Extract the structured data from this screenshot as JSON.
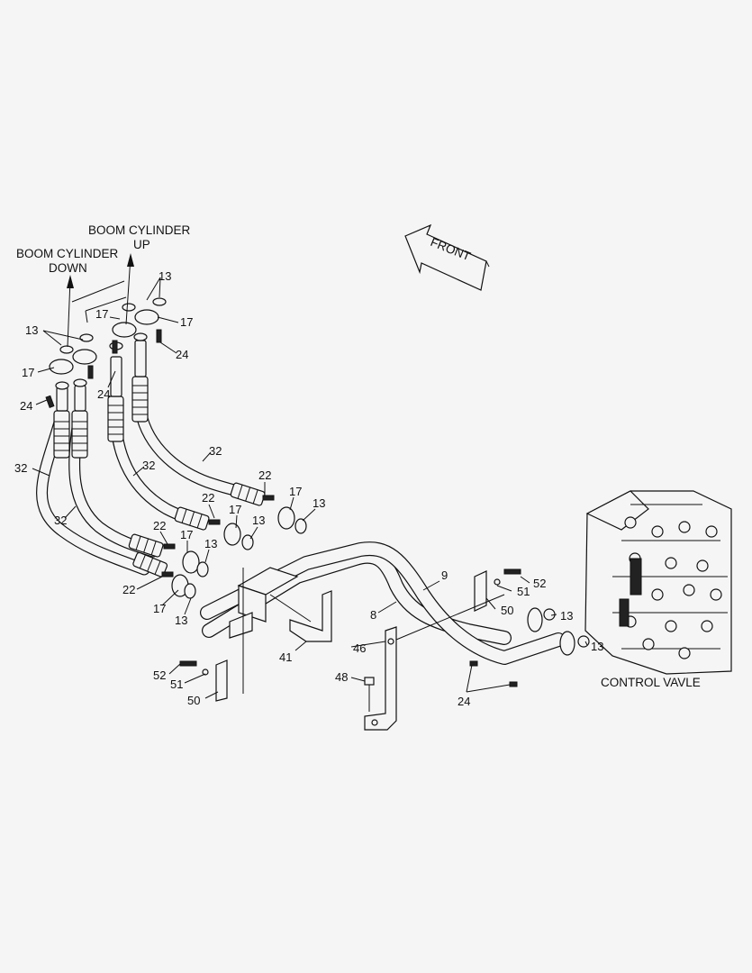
{
  "captions": {
    "boom_down_1": "BOOM CYLINDER",
    "boom_down_2": "DOWN",
    "boom_up_1": "BOOM CYLINDER",
    "boom_up_2": "UP",
    "front": "FRONT",
    "control_valve": "CONTROL VAVLE"
  },
  "callouts": [
    {
      "id": "c1",
      "text": "13"
    },
    {
      "id": "c2",
      "text": "17"
    },
    {
      "id": "c3",
      "text": "24"
    },
    {
      "id": "c4",
      "text": "17"
    },
    {
      "id": "c5",
      "text": "24"
    },
    {
      "id": "c6",
      "text": "13"
    },
    {
      "id": "c7",
      "text": "17"
    },
    {
      "id": "c8",
      "text": "24"
    },
    {
      "id": "c9",
      "text": "32"
    },
    {
      "id": "c10",
      "text": "32"
    },
    {
      "id": "c11",
      "text": "32"
    },
    {
      "id": "c12",
      "text": "32"
    },
    {
      "id": "c13",
      "text": "22"
    },
    {
      "id": "c14",
      "text": "17"
    },
    {
      "id": "c15",
      "text": "13"
    },
    {
      "id": "c16",
      "text": "22"
    },
    {
      "id": "c17",
      "text": "17"
    },
    {
      "id": "c18",
      "text": "13"
    },
    {
      "id": "c19",
      "text": "22"
    },
    {
      "id": "c20",
      "text": "17"
    },
    {
      "id": "c21",
      "text": "13"
    },
    {
      "id": "c22",
      "text": "22"
    },
    {
      "id": "c23",
      "text": "17"
    },
    {
      "id": "c24",
      "text": "13"
    },
    {
      "id": "c25",
      "text": "9"
    },
    {
      "id": "c26",
      "text": "8"
    },
    {
      "id": "c27",
      "text": "52"
    },
    {
      "id": "c28",
      "text": "51"
    },
    {
      "id": "c29",
      "text": "50"
    },
    {
      "id": "c30",
      "text": "13"
    },
    {
      "id": "c31",
      "text": "13"
    },
    {
      "id": "c32",
      "text": "41"
    },
    {
      "id": "c33",
      "text": "46"
    },
    {
      "id": "c34",
      "text": "48"
    },
    {
      "id": "c35",
      "text": "24"
    },
    {
      "id": "c36",
      "text": "52"
    },
    {
      "id": "c37",
      "text": "51"
    },
    {
      "id": "c38",
      "text": "50"
    }
  ]
}
